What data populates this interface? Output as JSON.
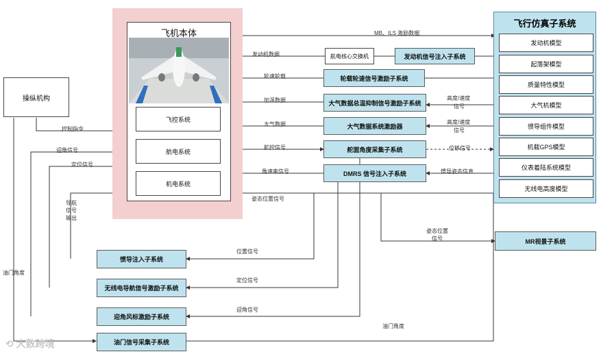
{
  "aircraft": {
    "title": "飞机本体",
    "systems": [
      "飞控系统",
      "航电系统",
      "机电系统"
    ]
  },
  "simulation": {
    "title": "飞行仿真子系统",
    "models": [
      "发动机模型",
      "起落架模型",
      "质量特性模型",
      "大气机模型",
      "惯导组件模型",
      "机载GPS模型",
      "仪表着陆系统模型",
      "无线电高度模型"
    ]
  },
  "control": {
    "label": "操纵机构"
  },
  "middle_boxes": {
    "switch": "航电核心交换机",
    "engine_inject": "发动机信号注入子系统",
    "wheel_speed": "轮载轮速信号激励子系统",
    "air_temp": "大气数据总温抑制信号激励子系统",
    "air_data": "大气数据系统激励器",
    "rudder": "舵面角度采集子系统",
    "dmrs": "DMRS 信号注入子系统"
  },
  "bottom_boxes": {
    "ins": "惯导注入子系统",
    "radio_nav": "无线电导航信号激励子系统",
    "aoa": "迎角风标激励子系统",
    "throttle": "油门信号采集子系统"
  },
  "mr": {
    "label": "MR视景子系统"
  },
  "signals": {
    "mb_ils": "MB、ILS 激励数据",
    "engine_data": "发动机数据",
    "wheel_load": "轮速轮载",
    "heating": "加温数据",
    "air_data": "大气数据",
    "rudder_signal": "舵控信号",
    "angular_rate": "角速率信号",
    "attitude_pos": "姿态位置信号",
    "alt_speed_1a": "高度/速度",
    "alt_speed_1b": "信号",
    "alt_speed_2a": "高度/速度",
    "alt_speed_2b": "信号",
    "displacement": "位移信号",
    "ins_attitude": "惯导姿态信息",
    "control_cmd": "控制指令",
    "aoa_signal": "迎角信号",
    "pos_signal": "定位信号",
    "nav_1": "导航",
    "nav_2": "信号",
    "nav_3": "输出",
    "throttle_angle": "油门角度",
    "position_signal": "位置信号",
    "pos_signal_2": "定位信号",
    "aoa_signal_2": "迎角信号",
    "attitude_pos_2a": "姿态位置",
    "attitude_pos_2b": "信号",
    "throttle_angle_2": "油门角度"
  },
  "watermark": "大数跨境"
}
